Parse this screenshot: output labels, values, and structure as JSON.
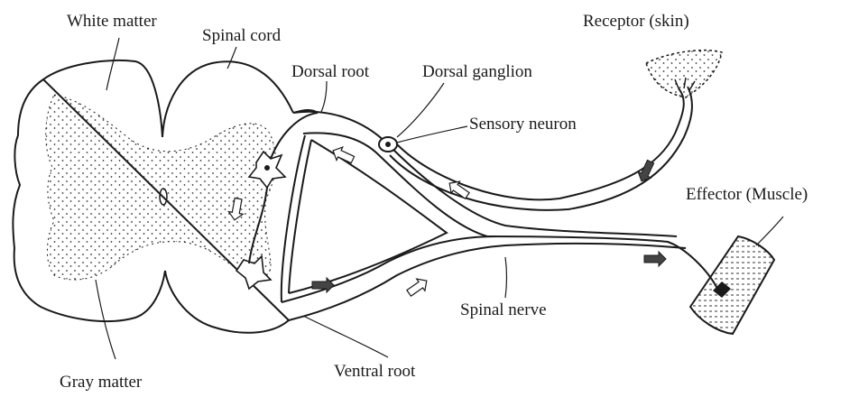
{
  "labels": {
    "white_matter": "White matter",
    "spinal_cord": "Spinal cord",
    "dorsal_root": "Dorsal root",
    "dorsal_ganglion": "Dorsal ganglion",
    "receptor": "Receptor (skin)",
    "sensory_neuron": "Sensory neuron",
    "effector": "Effector (Muscle)",
    "spinal_nerve": "Spinal nerve",
    "ventral_root": "Ventral root",
    "gray_matter": "Gray matter"
  },
  "colors": {
    "ink": "#1a1a1a",
    "arrow_dark": "#444444",
    "arrow_light": "#ffffff"
  }
}
